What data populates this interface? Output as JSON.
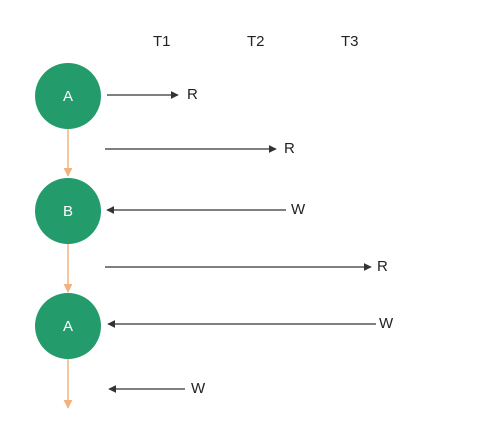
{
  "columns": [
    "T1",
    "T2",
    "T3"
  ],
  "nodes": [
    "A",
    "B",
    "A"
  ],
  "operations": [
    "R",
    "R",
    "W",
    "R",
    "W",
    "W"
  ],
  "colors": {
    "node": "#239b6b",
    "timeline": "#f2b27f",
    "arrow": "#333333"
  }
}
